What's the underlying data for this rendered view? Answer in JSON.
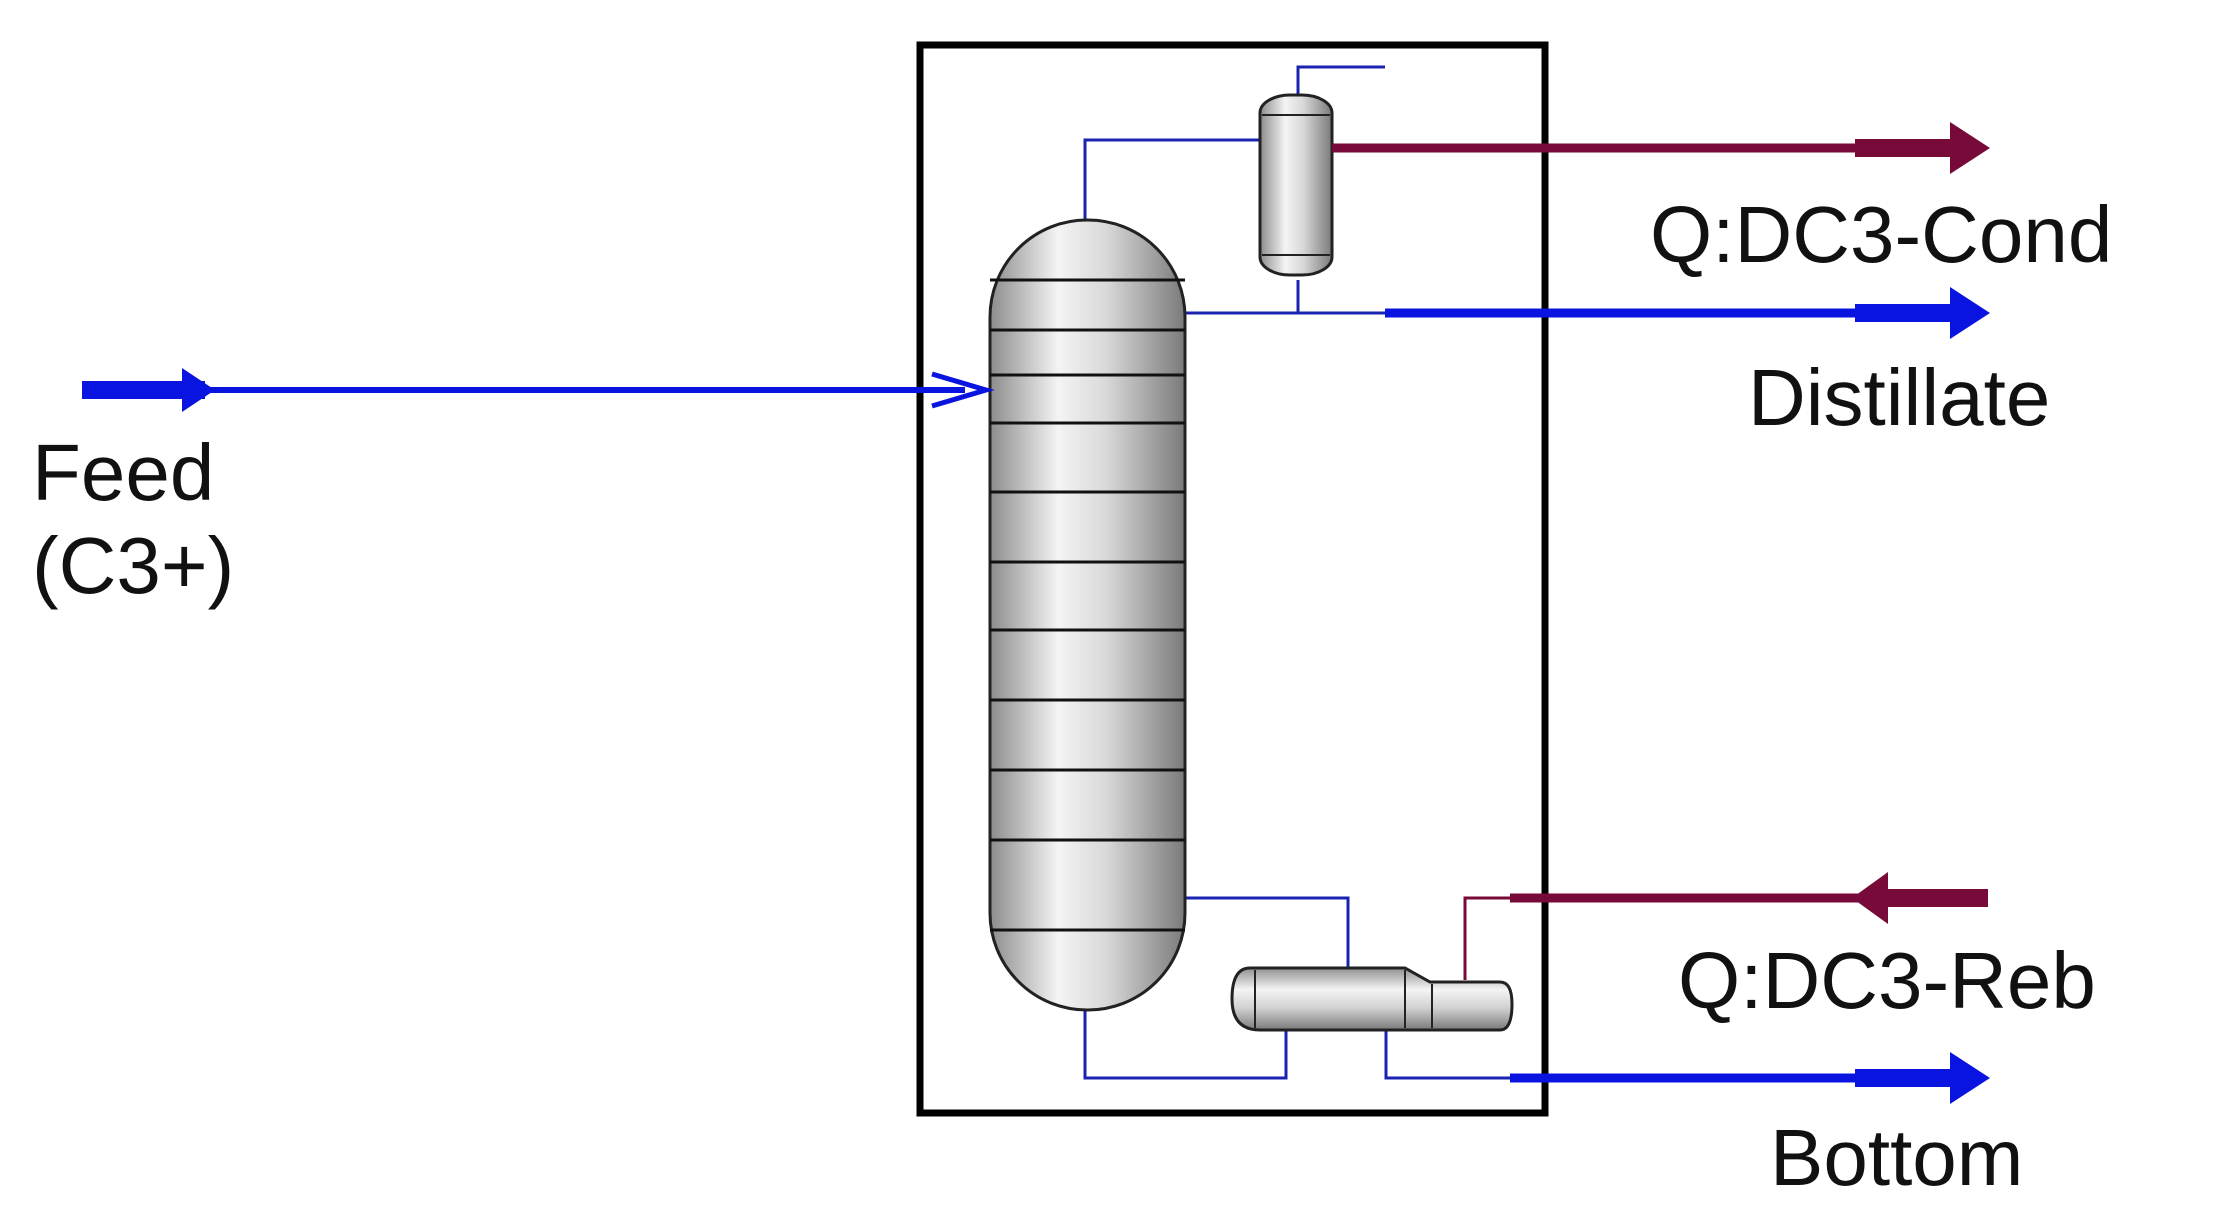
{
  "labels": {
    "feed_line1": "Feed",
    "feed_line2": "(C3+)",
    "condenser_duty": "Q:DC3-Cond",
    "distillate": "Distillate",
    "reboiler_duty": "Q:DC3-Reb",
    "bottom": "Bottom"
  },
  "colors": {
    "material_stream": "#0a14e0",
    "energy_stream": "#780a3a",
    "internal_line": "#1a23b0",
    "border": "#000000",
    "text": "#111111"
  }
}
